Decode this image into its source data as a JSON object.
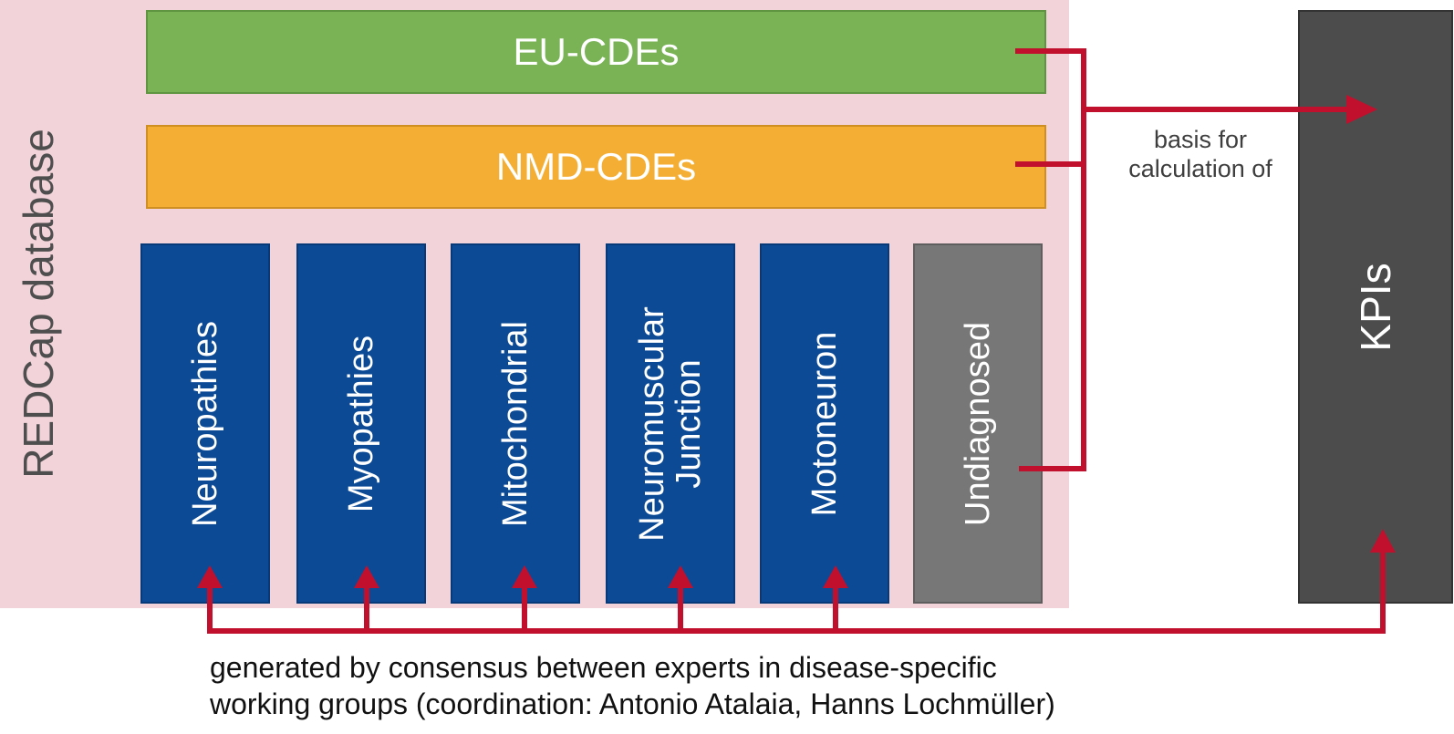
{
  "database": {
    "label": "REDCap database"
  },
  "bars": {
    "eu_cdes": "EU-CDEs",
    "nmd_cdes": "NMD-CDEs"
  },
  "groups": [
    {
      "lines": [
        "Neuropathies"
      ]
    },
    {
      "lines": [
        "Myopathies"
      ]
    },
    {
      "lines": [
        "Mitochondrial"
      ]
    },
    {
      "lines": [
        "Neuromuscular",
        "Junction"
      ]
    },
    {
      "lines": [
        "Motoneuron"
      ]
    },
    {
      "lines": [
        "Undiagnosed"
      ]
    }
  ],
  "kpi": {
    "label": "KPIs"
  },
  "basis": {
    "line1": "basis for",
    "line2": "calculation of"
  },
  "footer": {
    "line1": "generated by consensus between experts in disease-specific",
    "line2": "working groups (coordination: Antonio Atalaia, Hanns Lochmüller)"
  },
  "colors": {
    "database_bg": "#f2d3d9",
    "eu_cdes": "#79b356",
    "nmd_cdes": "#f4ae33",
    "group": "#0c4a96",
    "undiagnosed": "#777777",
    "kpi": "#4c4c4c",
    "arrow": "#c0102d"
  }
}
